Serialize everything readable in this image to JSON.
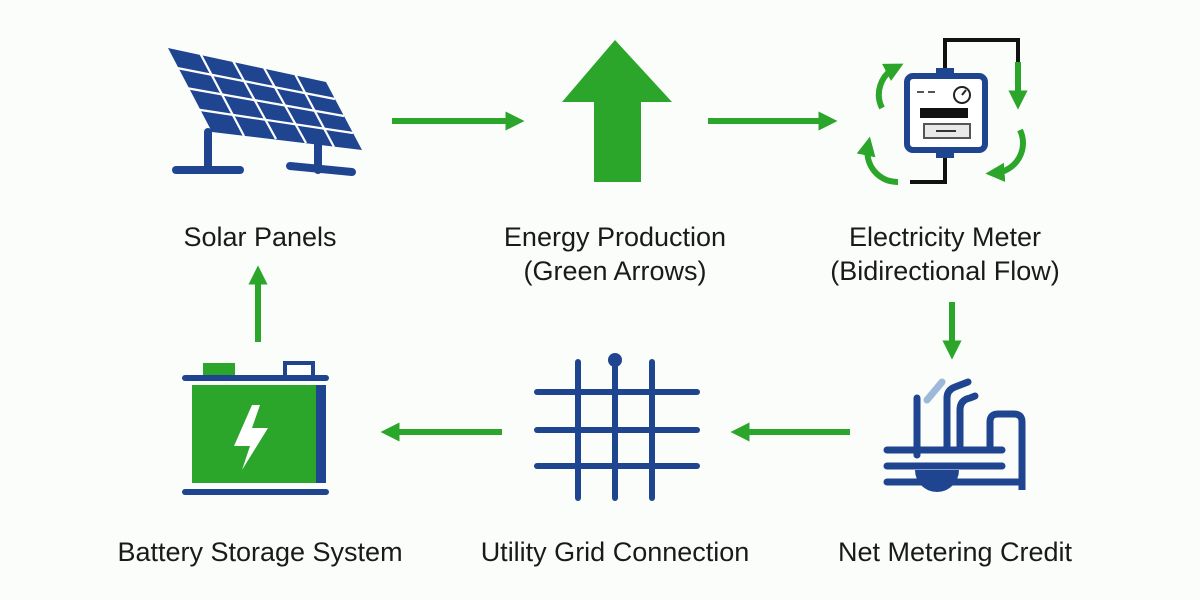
{
  "colors": {
    "navy": "#1f4591",
    "green": "#2ba62b",
    "text": "#1a1a1a",
    "background": "#fbfdfb"
  },
  "nodes": {
    "solar_panels": {
      "label": "Solar Panels",
      "icon": "solar-panel-icon"
    },
    "energy_production": {
      "label_line1": "Energy Production",
      "label_line2": "(Green Arrows)",
      "icon": "up-arrow-icon"
    },
    "electricity_meter": {
      "label_line1": "Electricity Meter",
      "label_line2": "(Bidirectional Flow)",
      "icon": "electricity-meter-icon"
    },
    "net_metering": {
      "label": "Net Metering Credit",
      "icon": "net-metering-icon"
    },
    "utility_grid": {
      "label": "Utility Grid Connection",
      "icon": "grid-icon"
    },
    "battery_storage": {
      "label": "Battery Storage System",
      "icon": "battery-icon"
    }
  },
  "flows": [
    {
      "from": "solar_panels",
      "to": "energy_production"
    },
    {
      "from": "energy_production",
      "to": "electricity_meter"
    },
    {
      "from": "electricity_meter",
      "to": "net_metering"
    },
    {
      "from": "net_metering",
      "to": "utility_grid"
    },
    {
      "from": "utility_grid",
      "to": "battery_storage"
    },
    {
      "from": "battery_storage",
      "to": "solar_panels"
    }
  ]
}
